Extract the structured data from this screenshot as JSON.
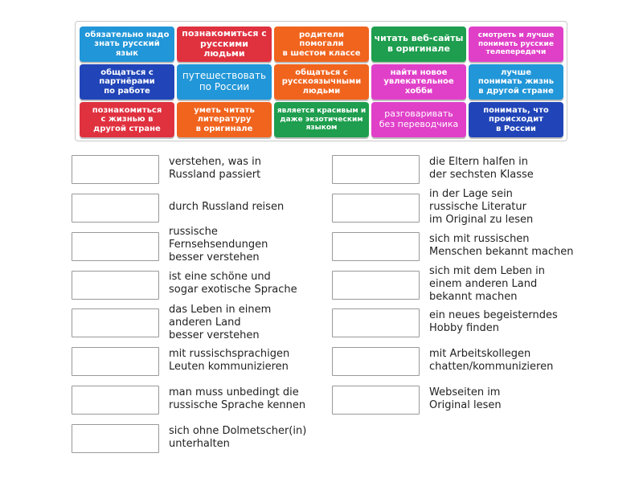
{
  "colors": {
    "blue": "#2196d8",
    "red": "#e0313f",
    "orange": "#f0641e",
    "green": "#1e9e4e",
    "pink": "#e040c8",
    "navy": "#2145b8",
    "slot_border": "#999999"
  },
  "tiles": [
    {
      "text": "обязательно надо\nзнать русский язык",
      "color": "blue"
    },
    {
      "text": "познакомиться с\nрусскими людьми",
      "color": "red"
    },
    {
      "text": "родители помогали\nв шестом классе",
      "color": "orange"
    },
    {
      "text": "читать веб-сайты\nв оригинале",
      "color": "green"
    },
    {
      "text": "смотреть и лучше\nпонимать русские\nтелепередачи",
      "color": "pink"
    },
    {
      "text": "общаться с\nпартнёрами\nпо работе",
      "color": "navy"
    },
    {
      "text": "путешествовать\nпо России",
      "color": "blue"
    },
    {
      "text": "общаться с\nрусскоязычными\nлюдьми",
      "color": "orange"
    },
    {
      "text": "найти новое\nувлекательное\nхобби",
      "color": "pink"
    },
    {
      "text": "лучше\nпонимать жизнь\nв другой стране",
      "color": "blue"
    },
    {
      "text": "познакомиться\nс жизнью в\nдругой стране",
      "color": "red"
    },
    {
      "text": "уметь читать\nлитературу\nв оригинале",
      "color": "orange"
    },
    {
      "text": "является красивым и\nдаже экзотическим\nязыком",
      "color": "green"
    },
    {
      "text": "разговаривать\nбез переводчика",
      "color": "pink"
    },
    {
      "text": "понимать, что\nпроисходит\nв России",
      "color": "navy"
    }
  ],
  "left_items": [
    "verstehen, was in\nRussland passiert",
    "durch Russland reisen",
    "russische\nFernsehsendungen\nbesser verstehen",
    "ist eine schöne und\nsogar exotische Sprache",
    "das Leben in einem\nanderen Land\nbesser verstehen",
    "mit russischsprachigen\nLeuten kommunizieren",
    "man muss unbedingt die\nrussische Sprache kennen",
    "sich ohne Dolmetscher(in)\nunterhalten"
  ],
  "right_items": [
    "die Eltern halfen in\nder sechsten Klasse",
    "in der Lage sein\nrussische Literatur\nim Original zu lesen",
    "sich mit russischen\nMenschen bekannt machen",
    "sich mit dem Leben in\neinem anderen Land\nbekannt machen",
    "ein neues begeisterndes\nHobby finden",
    "mit Arbeitskollegen\nchatten/kommunizieren",
    "Webseiten im\nOriginal lesen"
  ]
}
